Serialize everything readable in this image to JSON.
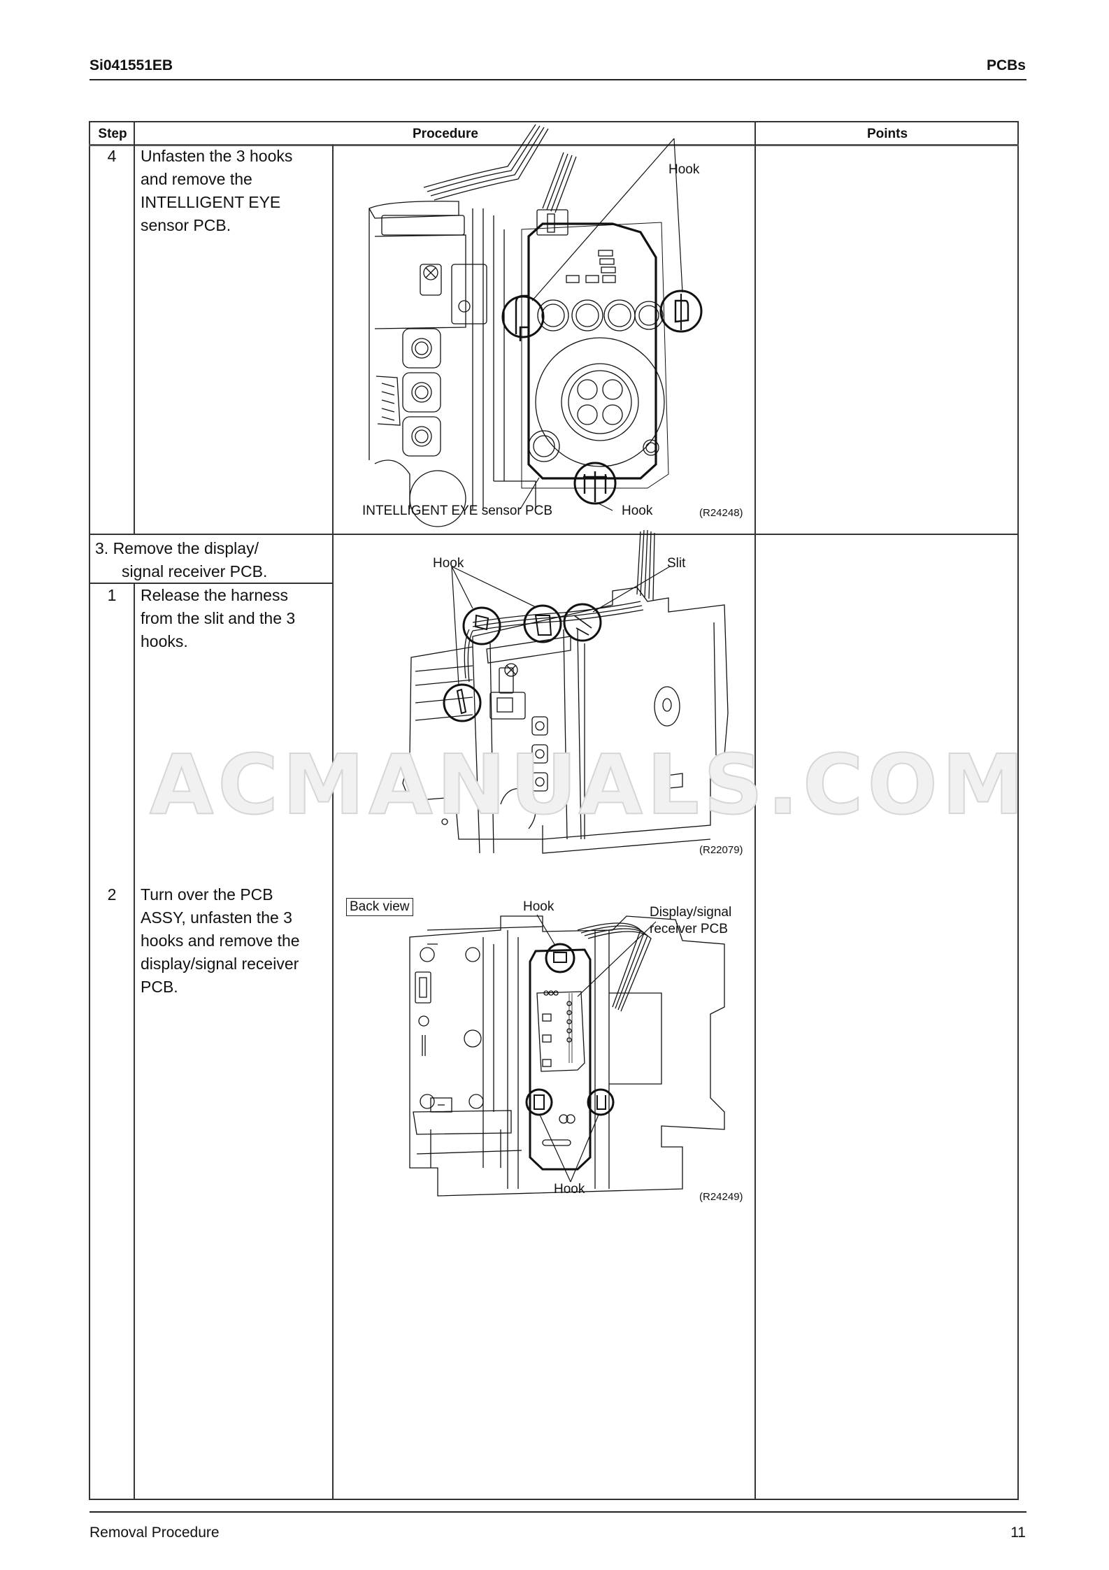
{
  "header": {
    "doc_id": "Si041551EB",
    "section": "PCBs"
  },
  "table": {
    "columns": [
      "Step",
      "Procedure",
      "Points"
    ]
  },
  "rows": [
    {
      "step": "4",
      "text": "Unfasten the 3 hooks and remove the INTELLIGENT EYE sensor PCB.",
      "lines": [
        "Unfasten the 3 hooks",
        "and remove the",
        "INTELLIGENT EYE",
        "sensor PCB."
      ],
      "figure": {
        "labels": {
          "hook_top": "Hook",
          "pcb": "INTELLIGENT EYE sensor PCB",
          "hook_bottom": "Hook"
        },
        "ref": "(R24248)"
      }
    }
  ],
  "section3": {
    "lines": [
      "3.  Remove the display/",
      "signal receiver PCB."
    ],
    "steps": [
      {
        "step": "1",
        "lines": [
          "Release the harness",
          "from the slit and the 3",
          "hooks."
        ],
        "figure": {
          "labels": {
            "hook": "Hook",
            "slit": "Slit"
          },
          "ref": "(R22079)"
        }
      },
      {
        "step": "2",
        "lines": [
          "Turn over the PCB",
          "ASSY, unfasten the 3",
          "hooks and remove the",
          "display/signal receiver",
          "PCB."
        ],
        "figure": {
          "view_label": "Back view",
          "labels": {
            "hook_top": "Hook",
            "pcb_line1": "Display/signal",
            "pcb_line2": "receiver PCB",
            "hook_bottom": "Hook"
          },
          "ref": "(R24249)"
        }
      }
    ]
  },
  "watermark": "ACMANUALS.COM",
  "footer": {
    "title": "Removal Procedure",
    "page": "11"
  }
}
